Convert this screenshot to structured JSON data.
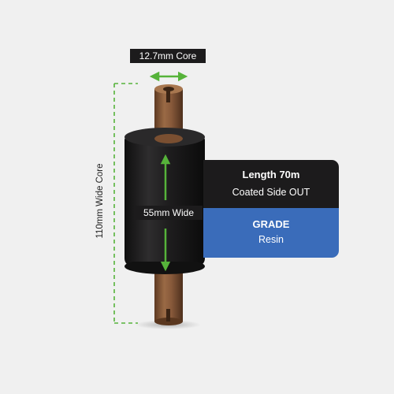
{
  "labels": {
    "core_diameter": "12.7mm Core",
    "core_length": "110mm Wide Core",
    "ribbon_width": "55mm Wide"
  },
  "info_panel": {
    "length_title": "Length 70m",
    "coating": "Coated Side OUT",
    "grade_title": "GRADE",
    "grade_value": "Resin"
  },
  "colors": {
    "background": "#f0f0f0",
    "ribbon_black": "#1c1b1c",
    "core_brown": "#8a5a3a",
    "arrow_green": "#56b33a",
    "grade_blue": "#3a6cba"
  }
}
